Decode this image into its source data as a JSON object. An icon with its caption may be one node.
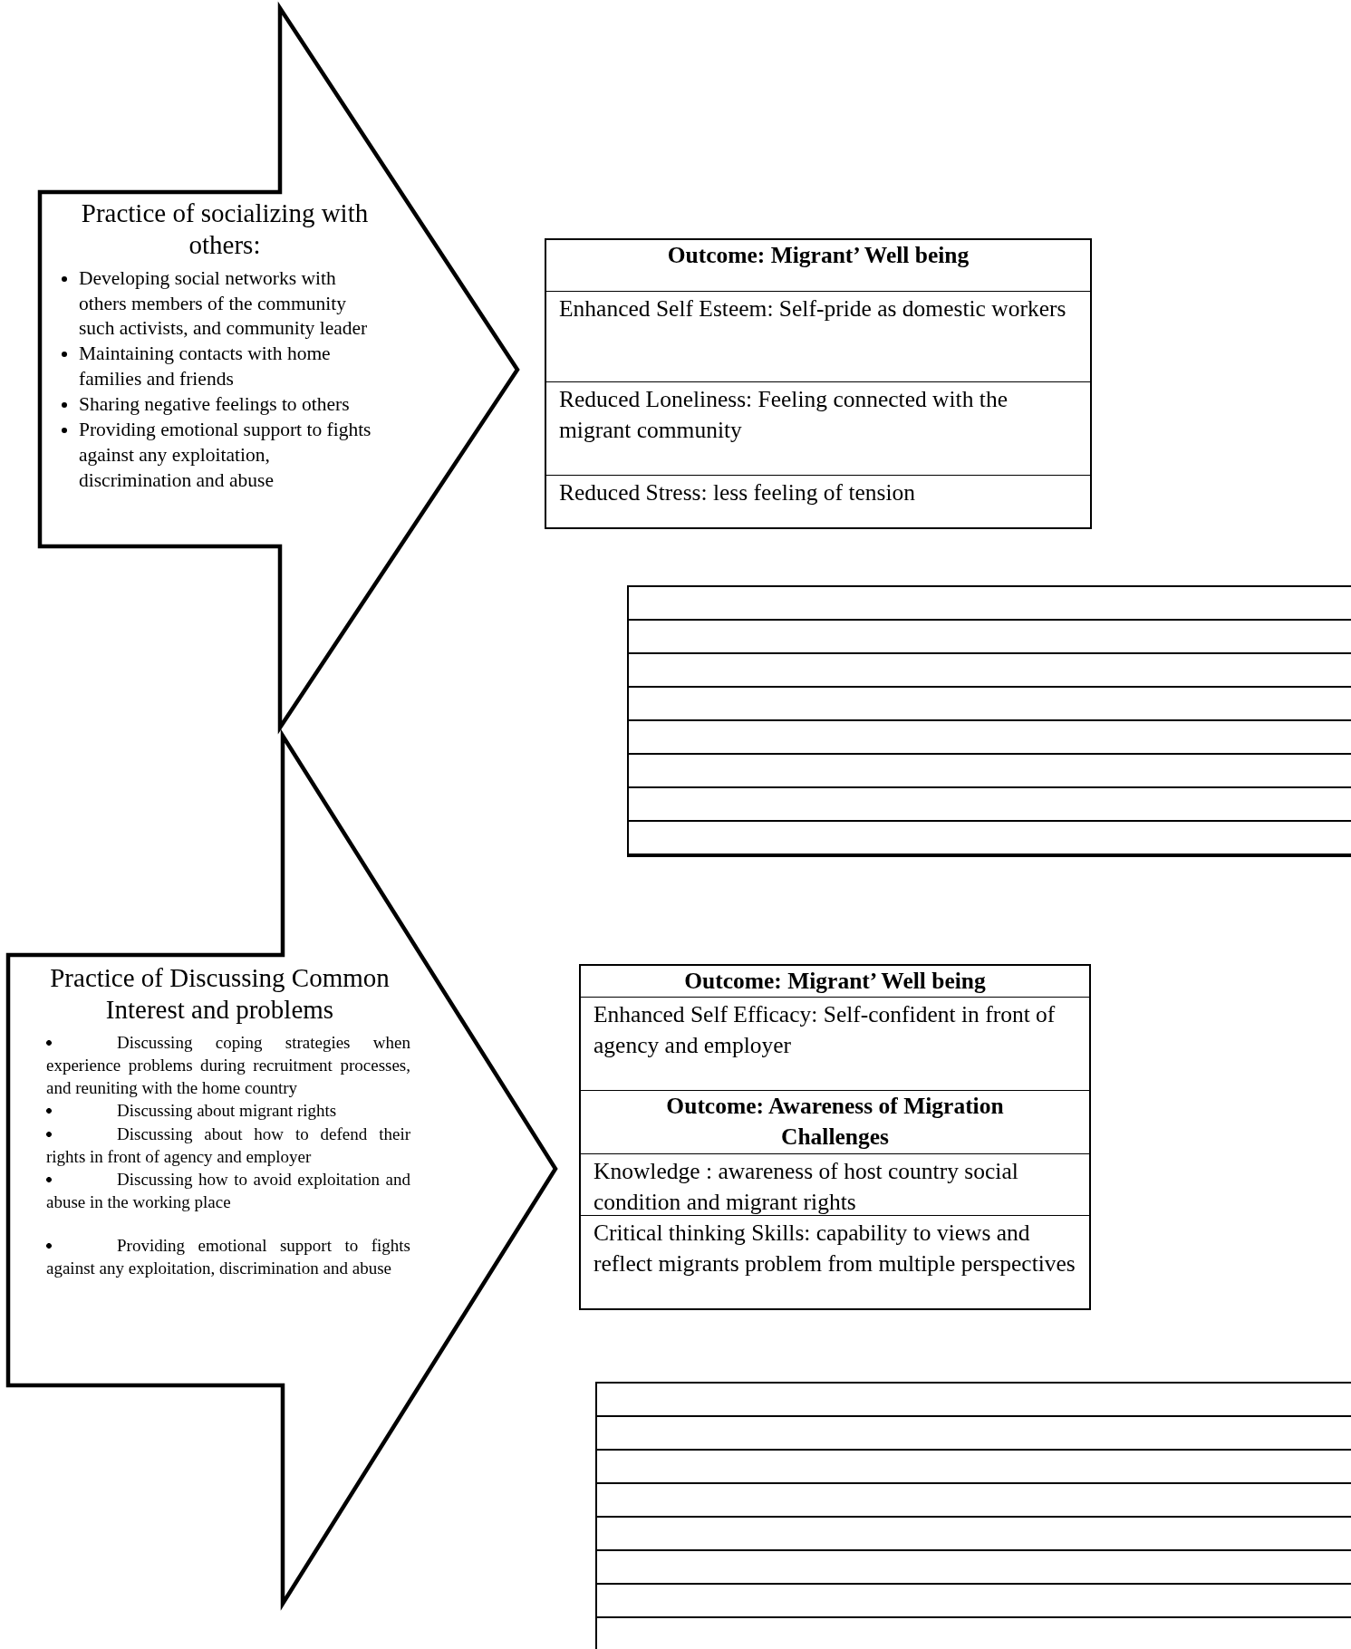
{
  "diagram": {
    "nodes": [
      {
        "text": [
          "Practice of socializing with others:",
          "Developing social networks with others members of the community such activists, and community leader",
          "Maintaining contacts with home families and friends",
          "Sharing negative feelings to others",
          "Providing emotional support to fights against any exploitation, discrimination and abuse"
        ]
      },
      {
        "text": [
          "Outcome: Migrant’ Well being",
          "Enhanced Self Esteem: Self-pride as domestic workers",
          "Reduced Loneliness: Feeling connected with the migrant community",
          "Reduced Stress: less feeling of tension"
        ]
      },
      {
        "text": [],
        "shape": "table"
      },
      {
        "text": [
          "Practice of Discussing Common Interest and problems",
          "Discussing coping strategies when experience problems during recruitment processes, and reuniting with the home country",
          "Discussing about migrant rights",
          "Discussing about how to defend their rights in front of agency and employer",
          "Discussing how to avoid exploitation and abuse in the working place",
          "Providing emotional support to fights against any exploitation, discrimination and abuse"
        ]
      },
      {
        "text": [
          "Outcome: Migrant’ Well being",
          "Enhanced Self Efficacy: Self-confident in front of agency and employer",
          "Outcome: Awareness of Migration Challenges",
          "Knowledge : awareness of host country social condition and migrant rights",
          "Critical thinking Skills: capability to views and reflect migrants problem from multiple perspectives"
        ]
      },
      {
        "text": [],
        "shape": "table"
      }
    ]
  }
}
